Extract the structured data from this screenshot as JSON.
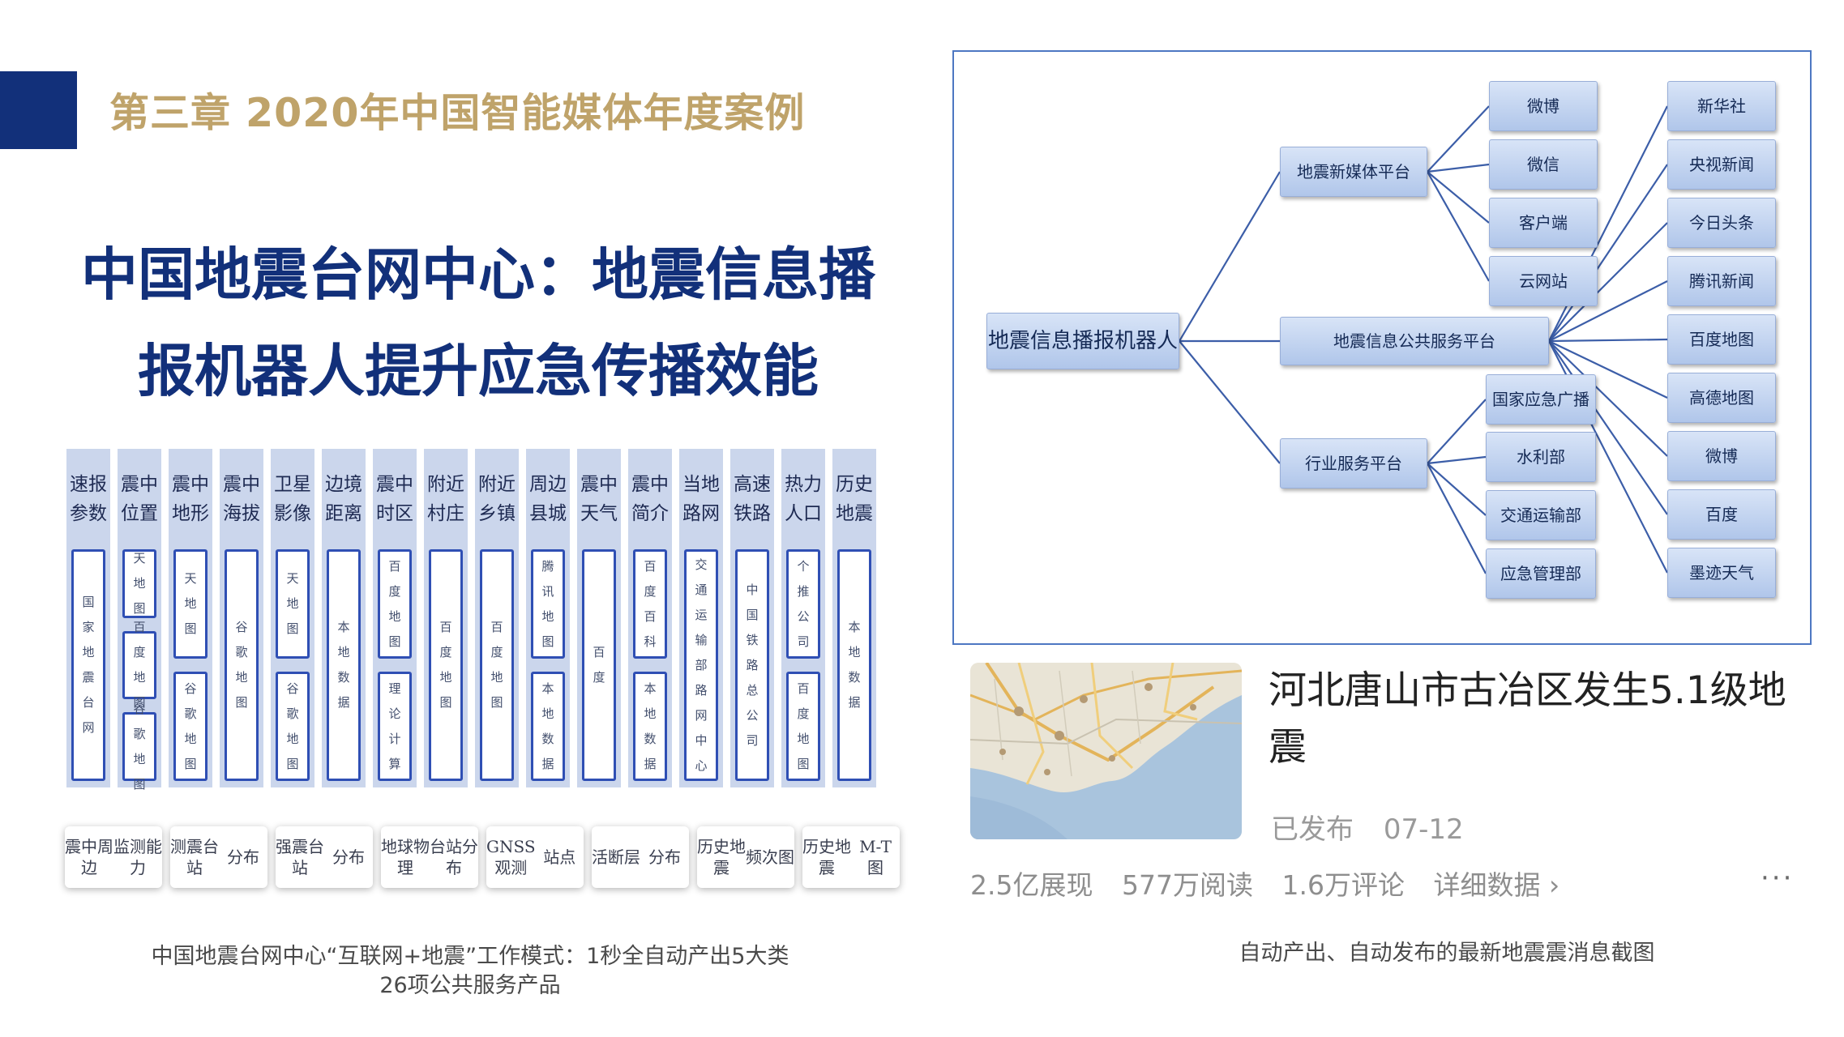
{
  "header": {
    "chapter_title": "第三章 2020年中国智能媒体年度案例",
    "accent_color": "#12307a",
    "chapter_color": "#bfa36a"
  },
  "main_title": {
    "line1": "中国地震台网中心：地震信息播",
    "line2": "报机器人提升应急传播效能"
  },
  "services": {
    "columns": [
      {
        "head": [
          "速报",
          "参数"
        ],
        "boxes": [
          "国家地震台网"
        ]
      },
      {
        "head": [
          "震中",
          "位置"
        ],
        "boxes": [
          "天地图",
          "百度地图",
          "谷歌地图"
        ]
      },
      {
        "head": [
          "震中",
          "地形"
        ],
        "boxes": [
          "天地图",
          "谷歌地图"
        ]
      },
      {
        "head": [
          "震中",
          "海拔"
        ],
        "boxes": [
          "谷歌地图"
        ]
      },
      {
        "head": [
          "卫星",
          "影像"
        ],
        "boxes": [
          "天地图",
          "谷歌地图"
        ]
      },
      {
        "head": [
          "边境",
          "距离"
        ],
        "boxes": [
          "本地数据"
        ]
      },
      {
        "head": [
          "震中",
          "时区"
        ],
        "boxes": [
          "百度地图",
          "理论计算"
        ]
      },
      {
        "head": [
          "附近",
          "村庄"
        ],
        "boxes": [
          "百度地图"
        ]
      },
      {
        "head": [
          "附近",
          "乡镇"
        ],
        "boxes": [
          "百度地图"
        ]
      },
      {
        "head": [
          "周边",
          "县城"
        ],
        "boxes": [
          "腾讯地图",
          "本地数据"
        ]
      },
      {
        "head": [
          "震中",
          "天气"
        ],
        "boxes": [
          "百度"
        ]
      },
      {
        "head": [
          "震中",
          "简介"
        ],
        "boxes": [
          "百度百科",
          "本地数据"
        ]
      },
      {
        "head": [
          "当地",
          "路网"
        ],
        "boxes": [
          "交通运输部路网中心"
        ]
      },
      {
        "head": [
          "高速",
          "铁路"
        ],
        "boxes": [
          "中国铁路总公司"
        ]
      },
      {
        "head": [
          "热力",
          "人口"
        ],
        "boxes": [
          "个推公司",
          "百度地图"
        ]
      },
      {
        "head": [
          "历史",
          "地震"
        ],
        "boxes": [
          "本地数据"
        ]
      }
    ],
    "chips": [
      [
        "震中周边",
        "监测能力"
      ],
      [
        "测震台站",
        "分布"
      ],
      [
        "强震台站",
        "分布"
      ],
      [
        "地球物理",
        "台站分布"
      ],
      [
        "GNSS 观测",
        "站点"
      ],
      [
        "活断层",
        "分布"
      ],
      [
        "历史地震",
        "频次图"
      ],
      [
        "历史地震",
        "M-T 图"
      ]
    ],
    "caption_line1": "中国地震台网中心“互联网+地震”工作模式：1秒全自动产出5大类",
    "caption_line2": "26项公共服务产品"
  },
  "diagram": {
    "root": "地震信息播报机器人",
    "platform_newmedia": "地震新媒体平台",
    "platform_public": "地震信息公共服务平台",
    "platform_industry": "行业服务平台",
    "newmedia_children": [
      "微博",
      "微信",
      "客户端",
      "云网站"
    ],
    "industry_children": [
      "国家应急广播",
      "水利部",
      "交通运输部",
      "应急管理部"
    ],
    "public_children": [
      "新华社",
      "央视新闻",
      "今日头条",
      "腾讯新闻",
      "百度地图",
      "高德地图",
      "微博",
      "百度",
      "墨迹天气"
    ],
    "line_color": "#3c5ea8"
  },
  "news": {
    "map_icon": "map-thumbnail",
    "title": "河北唐山市古冶区发生5.1级地震",
    "status": "已发布",
    "date": "07-12",
    "stats": [
      "2.5亿展现",
      "577万阅读",
      "1.6万评论",
      "详细数据 ›"
    ],
    "more": "···",
    "caption": "自动产出、自动发布的最新地震震消息截图"
  }
}
